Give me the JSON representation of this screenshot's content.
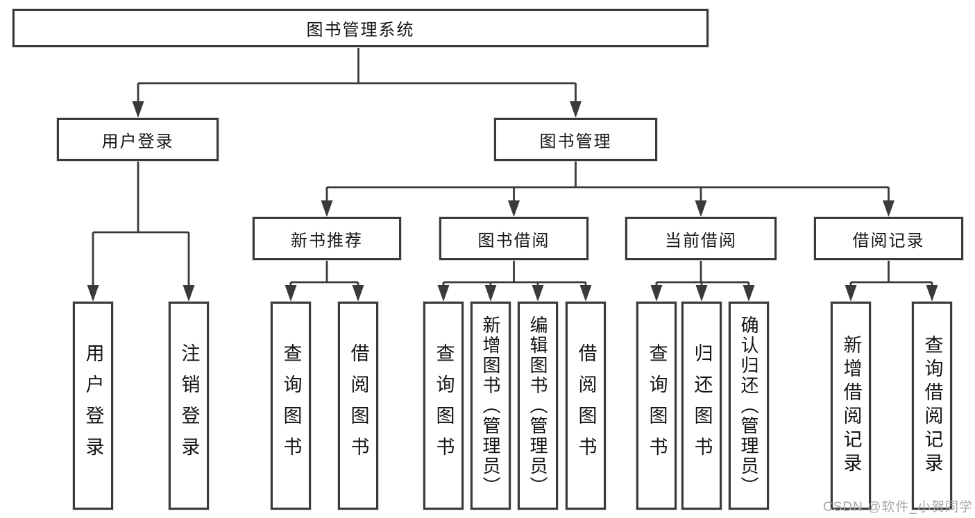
{
  "root": {
    "label": "图书管理系统"
  },
  "branches": [
    {
      "label": "用户登录",
      "children": [
        {
          "label": "用户登录"
        },
        {
          "label": "注销登录"
        }
      ]
    },
    {
      "label": "图书管理",
      "children": [
        {
          "label": "新书推荐",
          "children": [
            {
              "label": "查询图书"
            },
            {
              "label": "借阅图书"
            }
          ]
        },
        {
          "label": "图书借阅",
          "children": [
            {
              "label": "查询图书"
            },
            {
              "label": "新增图书（管理员）"
            },
            {
              "label": "编辑图书（管理员）"
            },
            {
              "label": "借阅图书"
            }
          ]
        },
        {
          "label": "当前借阅",
          "children": [
            {
              "label": "查询图书"
            },
            {
              "label": "归还图书"
            },
            {
              "label": "确认归还（管理员）"
            }
          ]
        },
        {
          "label": "借阅记录",
          "children": [
            {
              "label": "新增借阅记录"
            },
            {
              "label": "查询借阅记录"
            }
          ]
        }
      ]
    }
  ],
  "watermark": "CSDN @软件_小贺同学",
  "colors": {
    "line": "#3a3a3a",
    "box_border": "#3a3a3a",
    "text": "#141414",
    "watermark": "#a8a8a8",
    "background": "#ffffff"
  }
}
